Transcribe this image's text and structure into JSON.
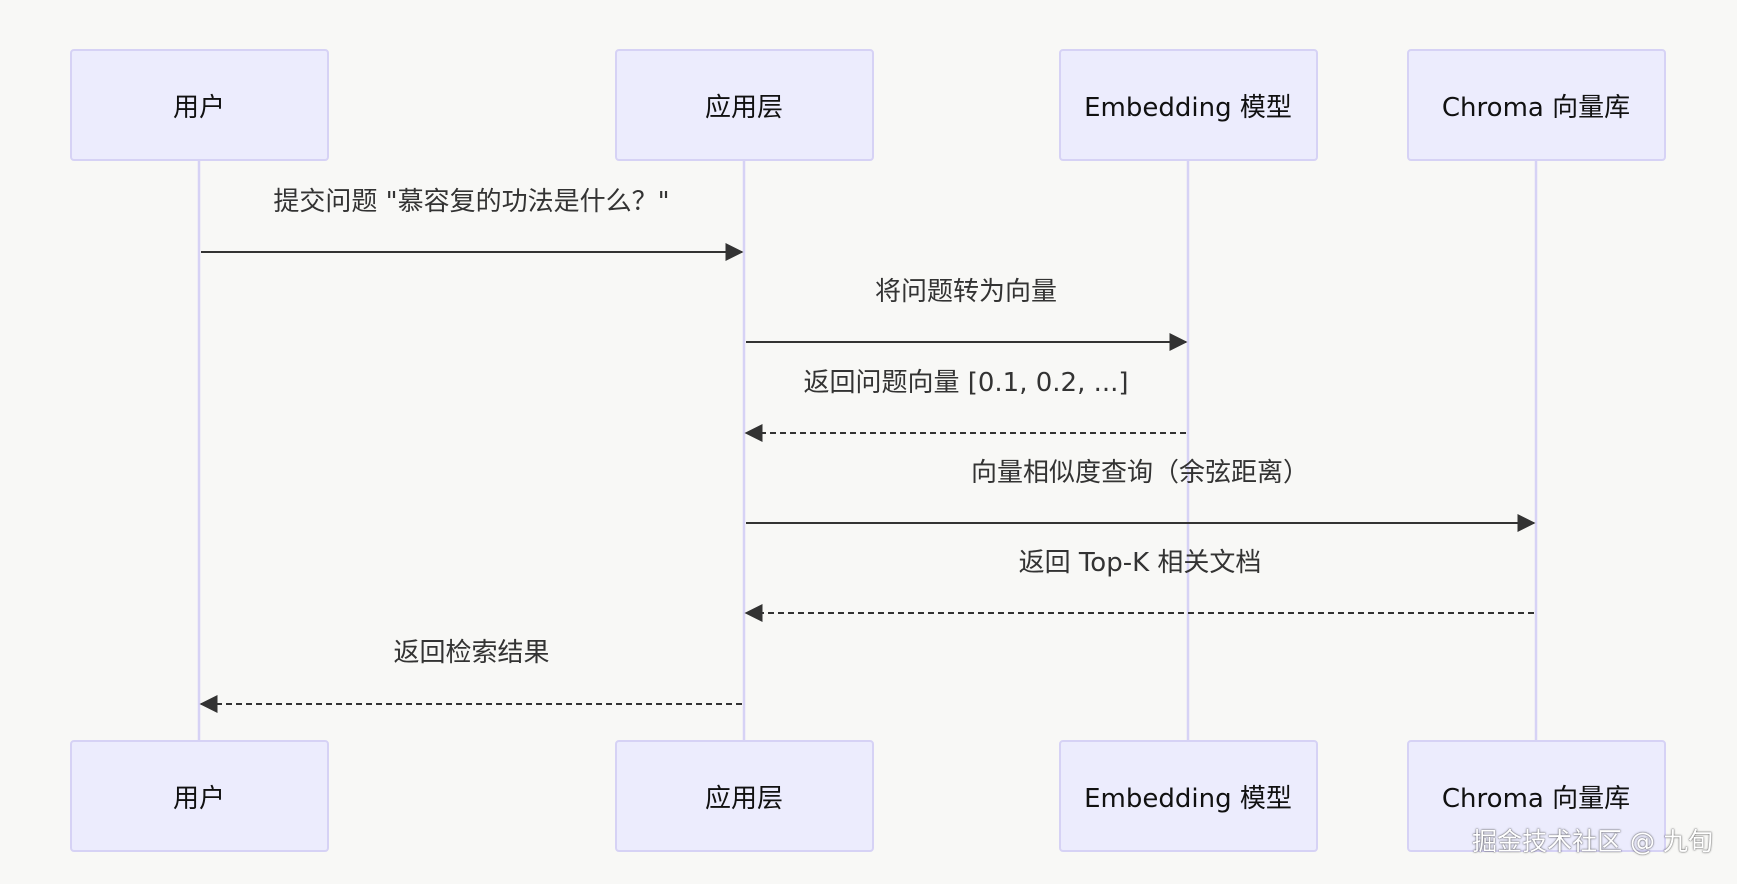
{
  "actors": [
    {
      "id": "user",
      "label": "用户"
    },
    {
      "id": "app",
      "label": "应用层"
    },
    {
      "id": "embed",
      "label": "Embedding 模型"
    },
    {
      "id": "chroma",
      "label": "Chroma 向量库"
    }
  ],
  "messages": [
    {
      "from": "user",
      "to": "app",
      "label": "提交问题 \"慕容复的功法是什么？\"",
      "style": "solid"
    },
    {
      "from": "app",
      "to": "embed",
      "label": "将问题转为向量",
      "style": "solid"
    },
    {
      "from": "embed",
      "to": "app",
      "label": "返回问题向量 [0.1, 0.2, ...]",
      "style": "dashed"
    },
    {
      "from": "app",
      "to": "chroma",
      "label": "向量相似度查询（余弦距离）",
      "style": "solid"
    },
    {
      "from": "chroma",
      "to": "app",
      "label": "返回 Top-K 相关文档",
      "style": "dashed"
    },
    {
      "from": "app",
      "to": "user",
      "label": "返回检索结果",
      "style": "dashed"
    }
  ],
  "colors": {
    "actor_fill": "#ececfd",
    "actor_border": "#d6d2f5",
    "lifeline": "#d6d2f5",
    "arrow": "#333333",
    "background": "#f8f8f6"
  },
  "watermark": "掘金技术社区 @ 九旬"
}
